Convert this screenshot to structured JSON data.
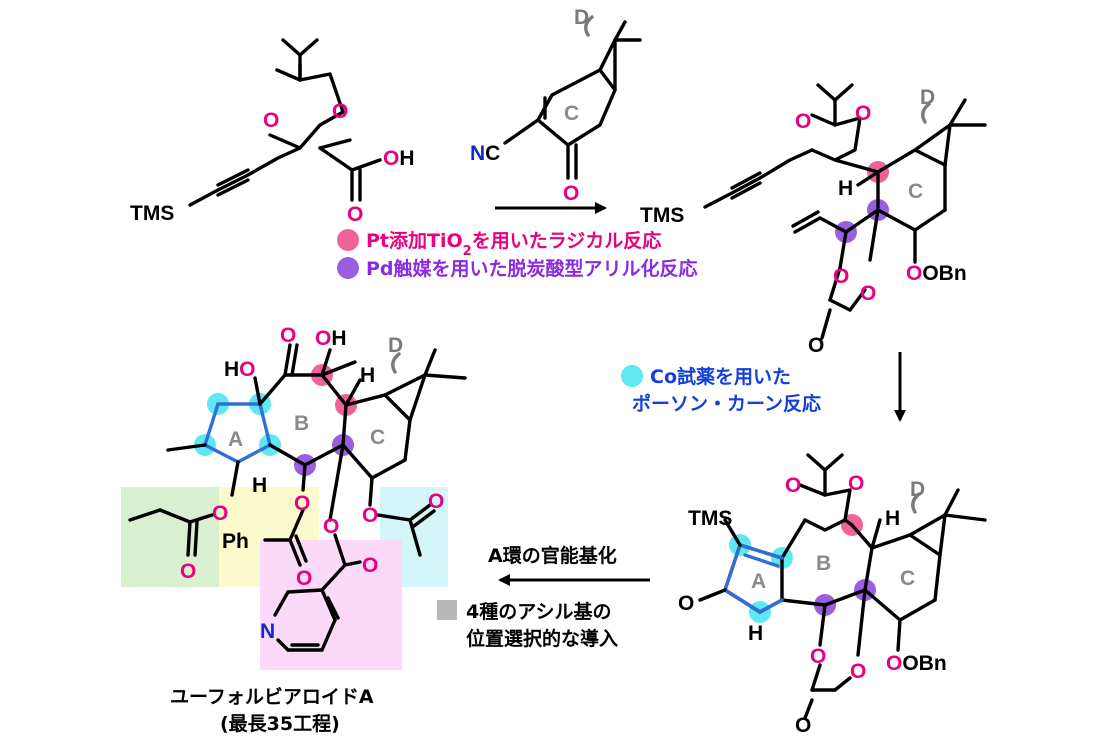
{
  "labels": {
    "tms": "TMS",
    "oh": "OH",
    "ho": "HO",
    "o": "O",
    "h": "H",
    "nc_n": "N",
    "nc_c": "C",
    "obn": "OBn",
    "ph": "Ph",
    "n": "N",
    "d": "D",
    "ring_a": "A",
    "ring_b": "B",
    "ring_c": "C"
  },
  "legend": {
    "pt_text": "Pt添加TiO",
    "pt_sub": "2",
    "pt_text2": "を用いたラジカル反応",
    "pd_text": "Pd触媒を用いた脱炭酸型アリル化反応",
    "co_line1": "Co試薬を用いた",
    "co_line2": "ポーソン・カーン反応"
  },
  "steps": {
    "ring_a_func": "A環の官能基化",
    "acyl_line1": "4種のアシル基の",
    "acyl_line2": "位置選択的な導入"
  },
  "product": {
    "name": "ユーフォルビアロイドA",
    "steps": "(最長35工程)"
  },
  "colors": {
    "pink": "#f2629a",
    "purple": "#9a5ee0",
    "cyan": "#5ee8f2",
    "magenta_text": "#e8007f",
    "purple_text": "#8a2be2",
    "blue_text": "#1440d8",
    "gray_box": "#b8b8b8",
    "green_box": "#d8f0d0",
    "yellow_box": "#fafacc",
    "cyan_box": "#d4f6f8",
    "pink_box": "#fadaf8"
  }
}
